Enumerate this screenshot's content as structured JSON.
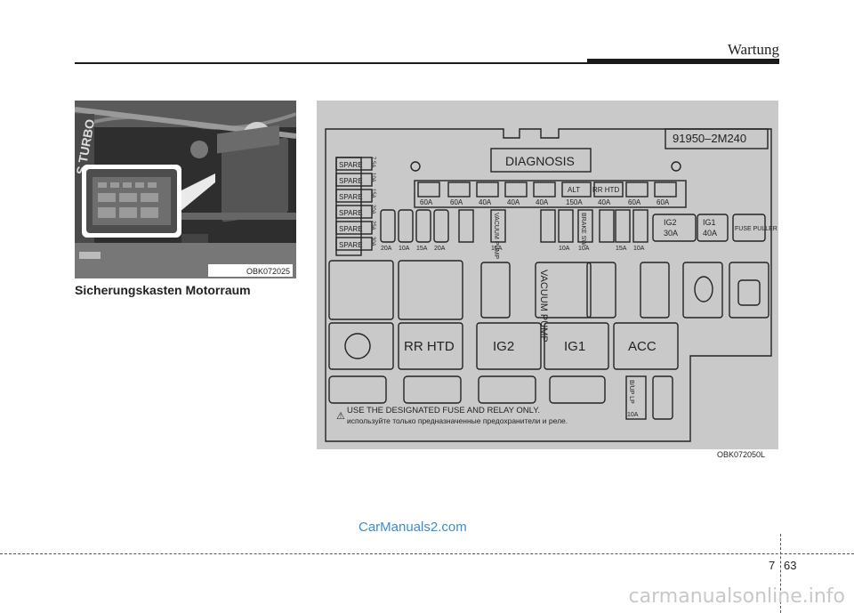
{
  "header": {
    "title": "Wartung"
  },
  "photo": {
    "label": "OBK072025",
    "caption": "Sicherungskasten Motorraum",
    "badge_text": "S TURBO"
  },
  "diagram": {
    "part_number": "91950–2M240",
    "diagnosis": "DIAGNOSIS",
    "label": "OBK072050L",
    "spare_fuses": [
      "SPARE",
      "SPARE",
      "SPARE",
      "SPARE",
      "SPARE",
      "SPARE"
    ],
    "spare_ratings": [
      "7.5A",
      "10A",
      "15A",
      "20A",
      "25A",
      "30A"
    ],
    "top_fuses": [
      {
        "icon": "",
        "amp": "60A"
      },
      {
        "icon": "",
        "amp": "60A"
      },
      {
        "icon": "",
        "amp": "40A"
      },
      {
        "icon": "",
        "amp": "40A"
      },
      {
        "icon": "",
        "amp": "40A"
      },
      {
        "icon": "ALT",
        "amp": "150A"
      },
      {
        "icon": "RR HTD",
        "amp": "40A"
      },
      {
        "icon": "",
        "amp": "60A"
      },
      {
        "icon": "",
        "amp": "60A"
      }
    ],
    "mini_fuses": [
      "20A",
      "10A",
      "15A",
      "20A"
    ],
    "vacuum_pump_small": "VACUUM PUMP",
    "vacuum_pump_small_amp": "15A",
    "amp_10a_a": "10A",
    "brake_sw": "BRAKE SW",
    "amp_10a_b": "10A",
    "amp_15a": "15A",
    "amp_10a_c": "10A",
    "ig2_small": "IG2",
    "ig2_small_amp": "30A",
    "ig1_small": "IG1",
    "ig1_small_amp": "40A",
    "fuse_puller": "FUSE PULLER",
    "vacuum_pump_relay": "VACUUM PUMP",
    "relays": [
      "RR HTD",
      "IG2",
      "IG1",
      "ACC"
    ],
    "bup_lp": "B/UP LP",
    "bup_lp_amp": "10A",
    "warning_en": "USE THE DESIGNATED FUSE AND RELAY ONLY.",
    "warning_ru": "используйте только предназначенные предохранители и реле."
  },
  "footer": {
    "watermark": "CarManuals2.com",
    "chapter": "7",
    "page": "63",
    "watermark2": "carmanualsonline.info"
  }
}
